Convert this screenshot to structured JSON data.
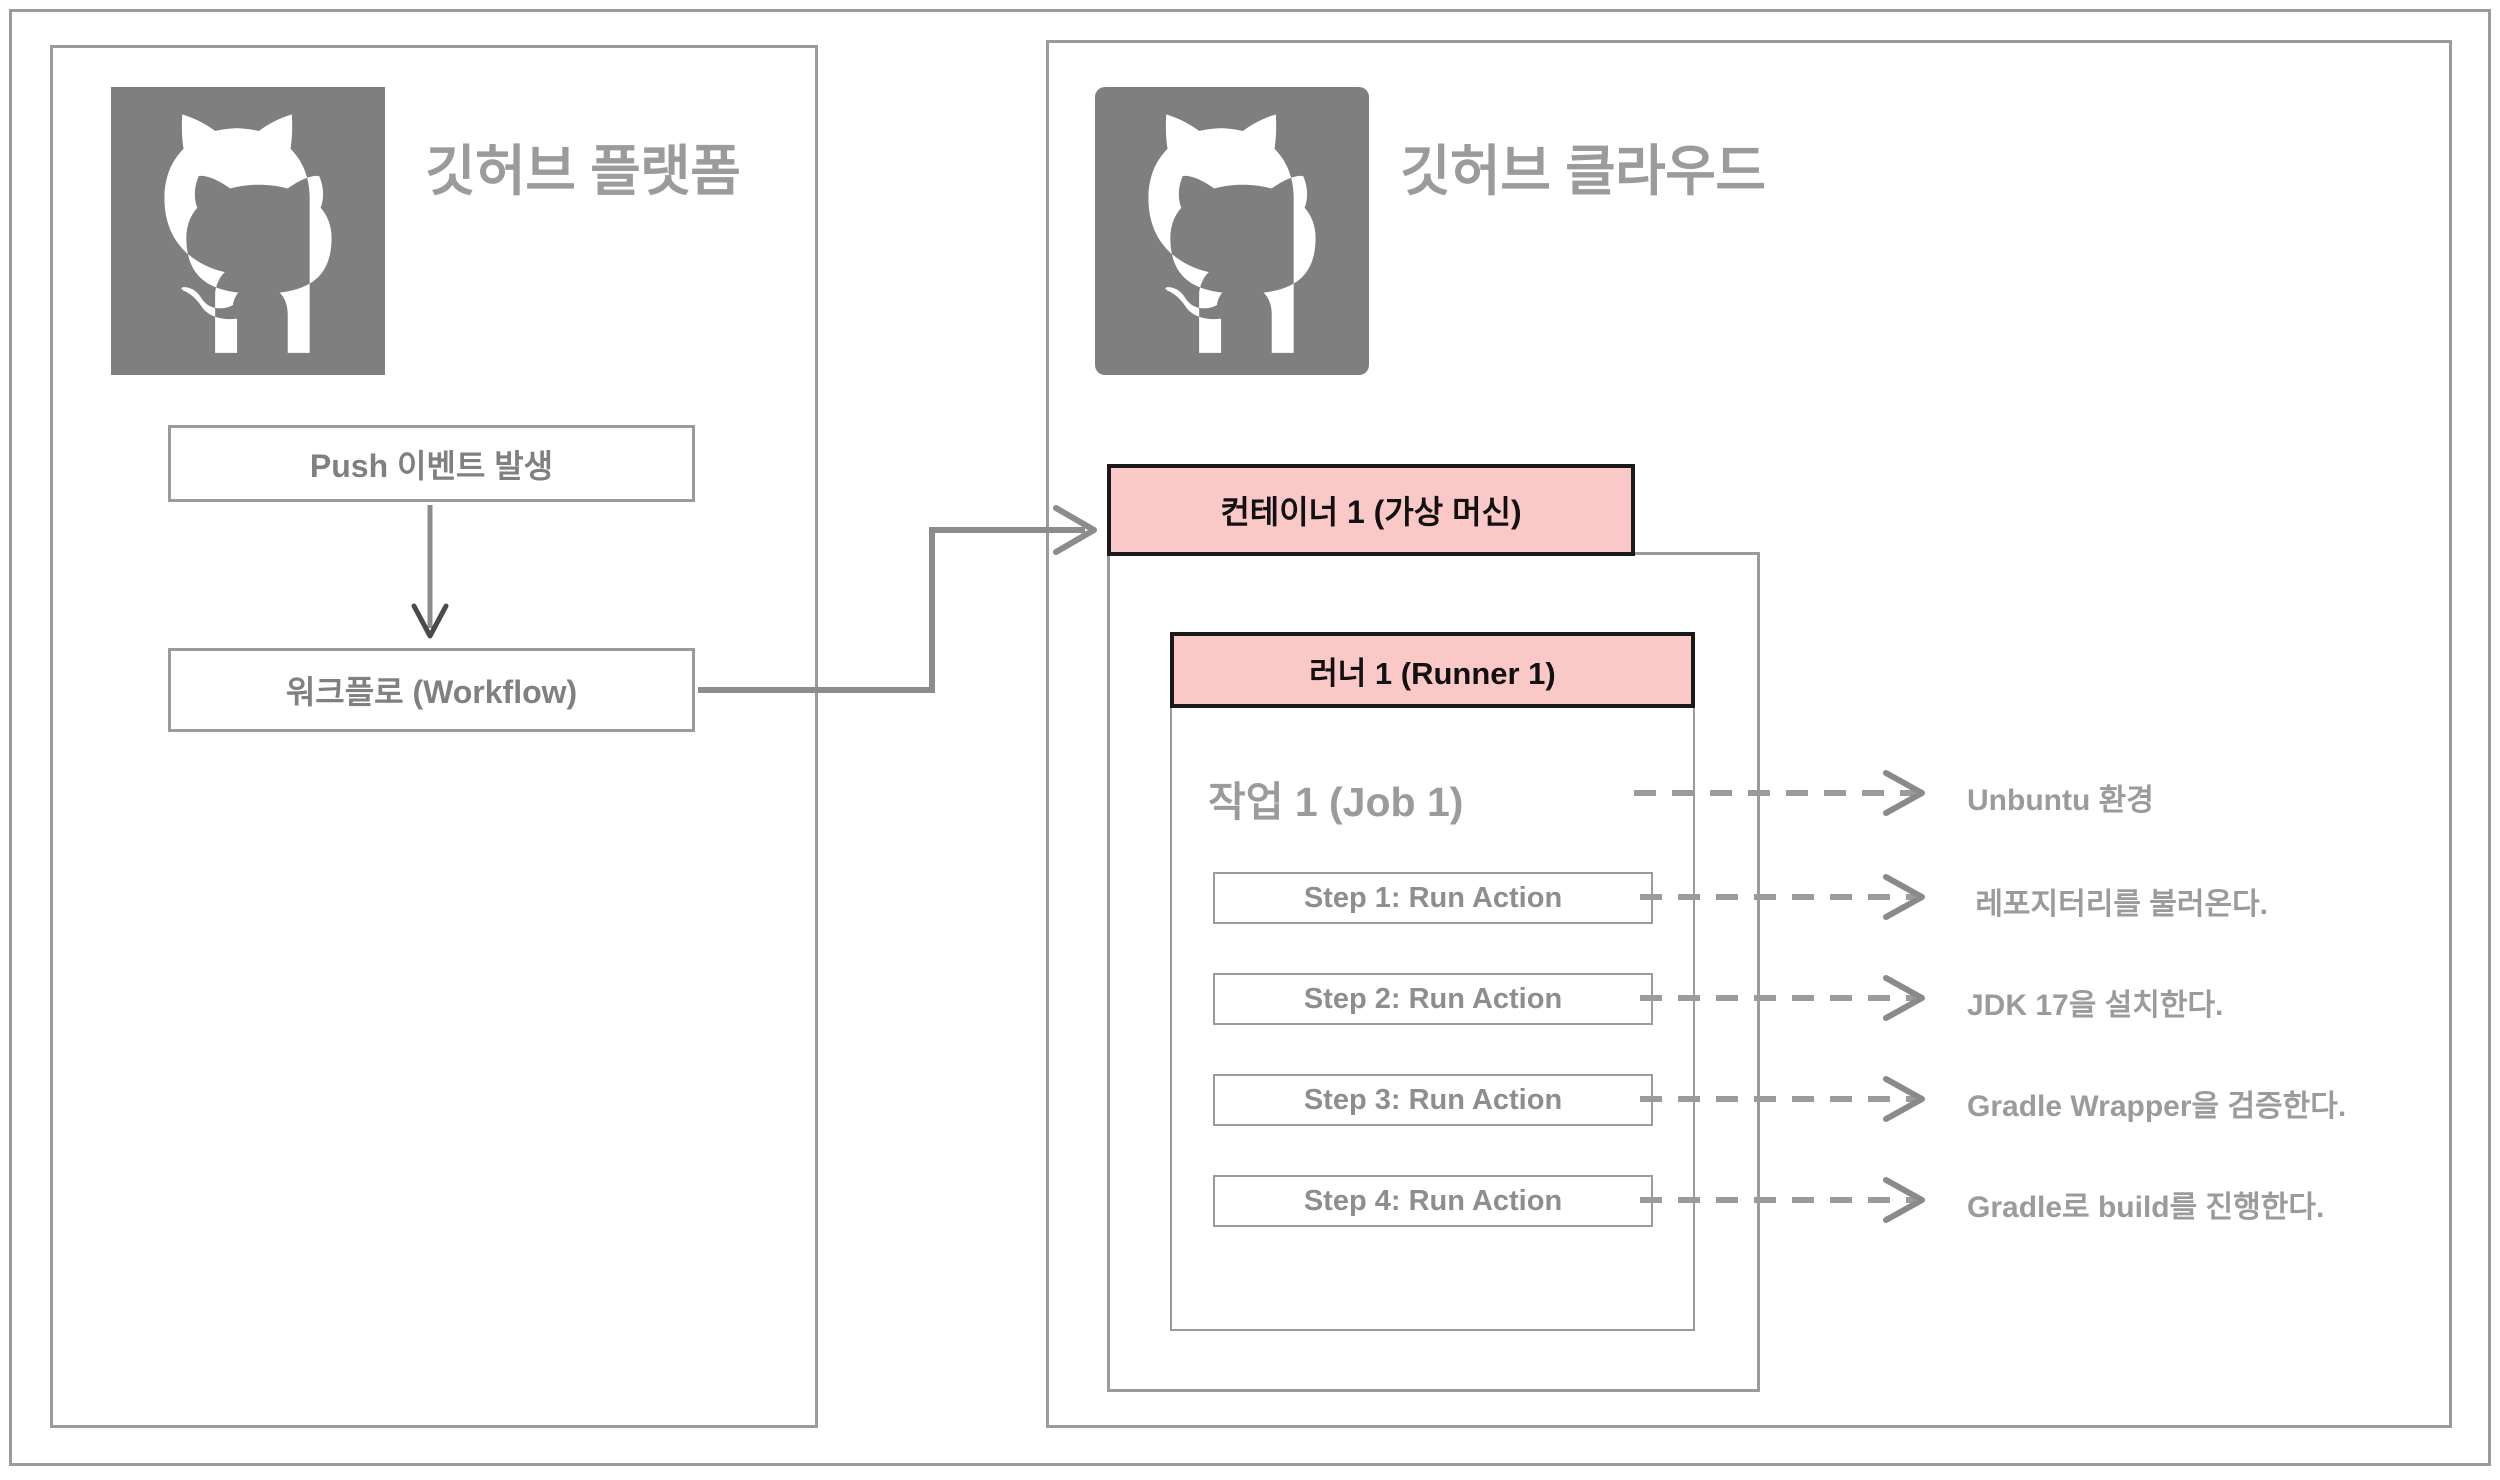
{
  "diagram": {
    "title_platform": "깃허브 플랫폼",
    "title_cloud": "깃허브 클라우드"
  },
  "colors": {
    "pink_fill": "#fbc8c8",
    "pink_border": "#1a1a1a",
    "gray_border": "#9b9b9b",
    "gray_text": "#9b9b9b",
    "step_text": "#8e8e8e",
    "logo_gray": "#7f7f7f",
    "background": "#ffffff"
  },
  "platform_panel": {
    "logo": "github-octocat-logo",
    "title": "깃허브 플랫폼",
    "boxes": [
      {
        "label": "Push 이벤트 발생"
      },
      {
        "label": "워크플로 (Workflow)"
      }
    ]
  },
  "cloud_panel": {
    "logo": "github-octocat-logo",
    "title": "깃허브 클라우드",
    "container": {
      "header": "컨테이너 1 (가상 머신)",
      "runner": {
        "header": "러너 1 (Runner 1)",
        "job_title": "작업 1 (Job 1)",
        "steps": [
          {
            "label": "Step 1: Run Action"
          },
          {
            "label": "Step 2: Run  Action"
          },
          {
            "label": "Step 3: Run  Action"
          },
          {
            "label": "Step 4: Run  Action"
          }
        ]
      }
    }
  },
  "annotations": [
    {
      "text": "Unbuntu 환경"
    },
    {
      "text": " 레포지터리를 불러온다."
    },
    {
      "text": "JDK 17을 설치한다."
    },
    {
      "text": "Gradle Wrapper을 검증한다."
    },
    {
      "text": "Gradle로 build를 진행한다."
    }
  ],
  "connectors": {
    "push_to_workflow": "arrow-down-icon",
    "workflow_to_container": "arrow-right-elbow-icon",
    "job_to_annotation": "dashed-arrow-icon",
    "step_to_annotation": "dashed-arrow-icon"
  }
}
